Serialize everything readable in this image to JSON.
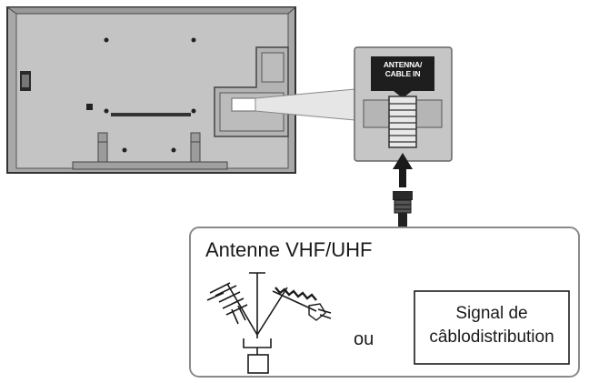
{
  "diagram": {
    "port_label": {
      "line1": "ANTENNA/",
      "line2": "CABLE IN"
    },
    "antenna_title": "Antenne VHF/UHF",
    "or_label": "ou",
    "cable_signal": {
      "line1": "Signal de",
      "line2": "câblodistribution"
    }
  },
  "colors": {
    "tv_body": "#bdbdbd",
    "tv_outline": "#333333",
    "zoom_panel": "#c2c2c2",
    "label_bg": "#1e1e1e",
    "box_border": "#8a8a8a"
  },
  "icons": [
    "tv-back-panel",
    "coax-connector-icon",
    "up-arrow-icon",
    "antenna-icon",
    "coax-plug-icon"
  ]
}
